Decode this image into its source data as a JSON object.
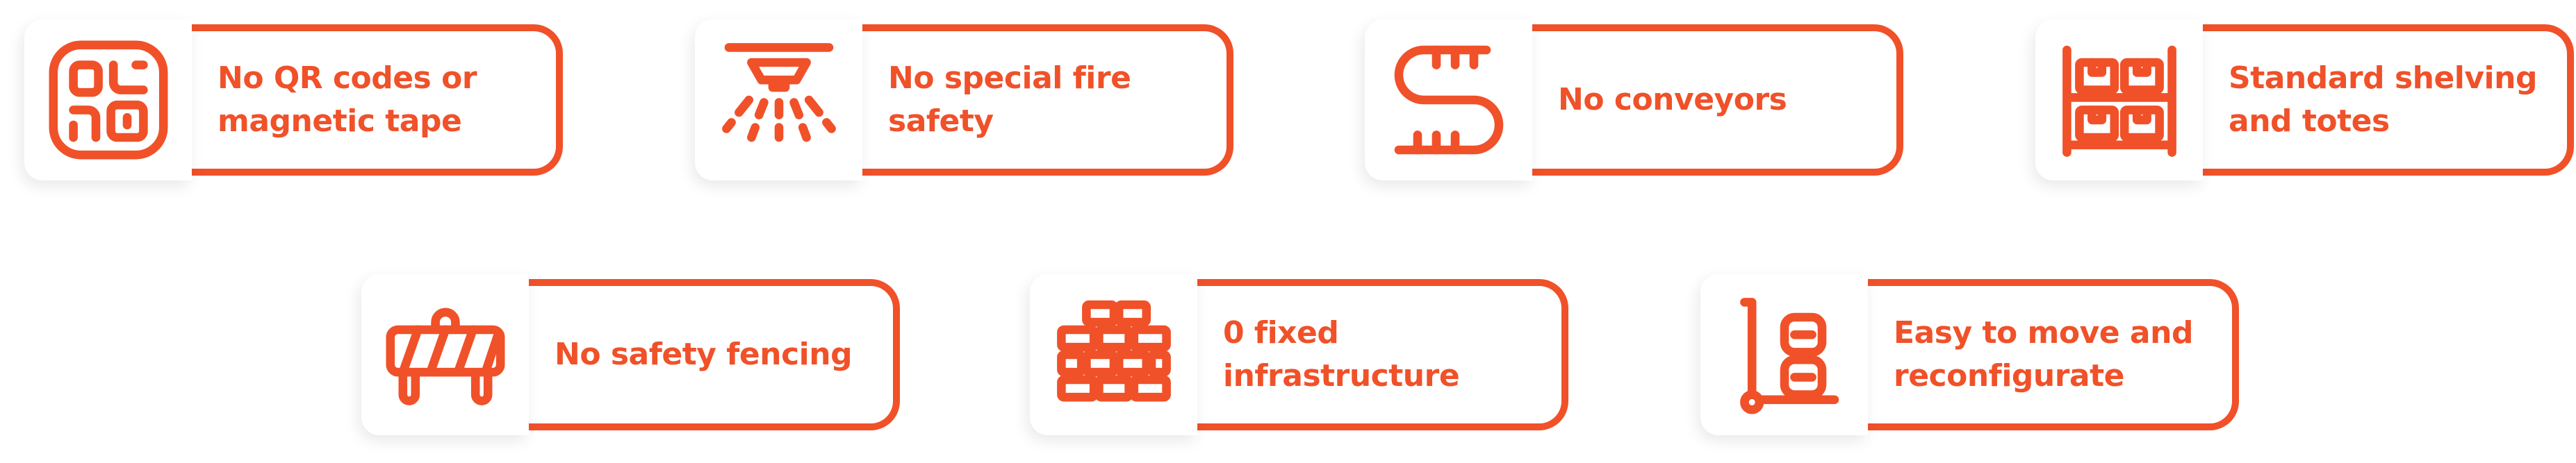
{
  "accent_color": "#F05129",
  "features": [
    {
      "icon": "qr-code-icon",
      "label": "No QR codes or magnetic tape"
    },
    {
      "icon": "fire-sprinkler-icon",
      "label": "No special fire safety"
    },
    {
      "icon": "conveyor-icon",
      "label": "No conveyors"
    },
    {
      "icon": "shelving-icon",
      "label": "Standard shelving and totes"
    },
    {
      "icon": "safety-barrier-icon",
      "label": "No safety fencing"
    },
    {
      "icon": "brick-wall-icon",
      "label": "0 fixed infrastructure"
    },
    {
      "icon": "hand-truck-icon",
      "label": "Easy to move and reconfigurate"
    }
  ]
}
